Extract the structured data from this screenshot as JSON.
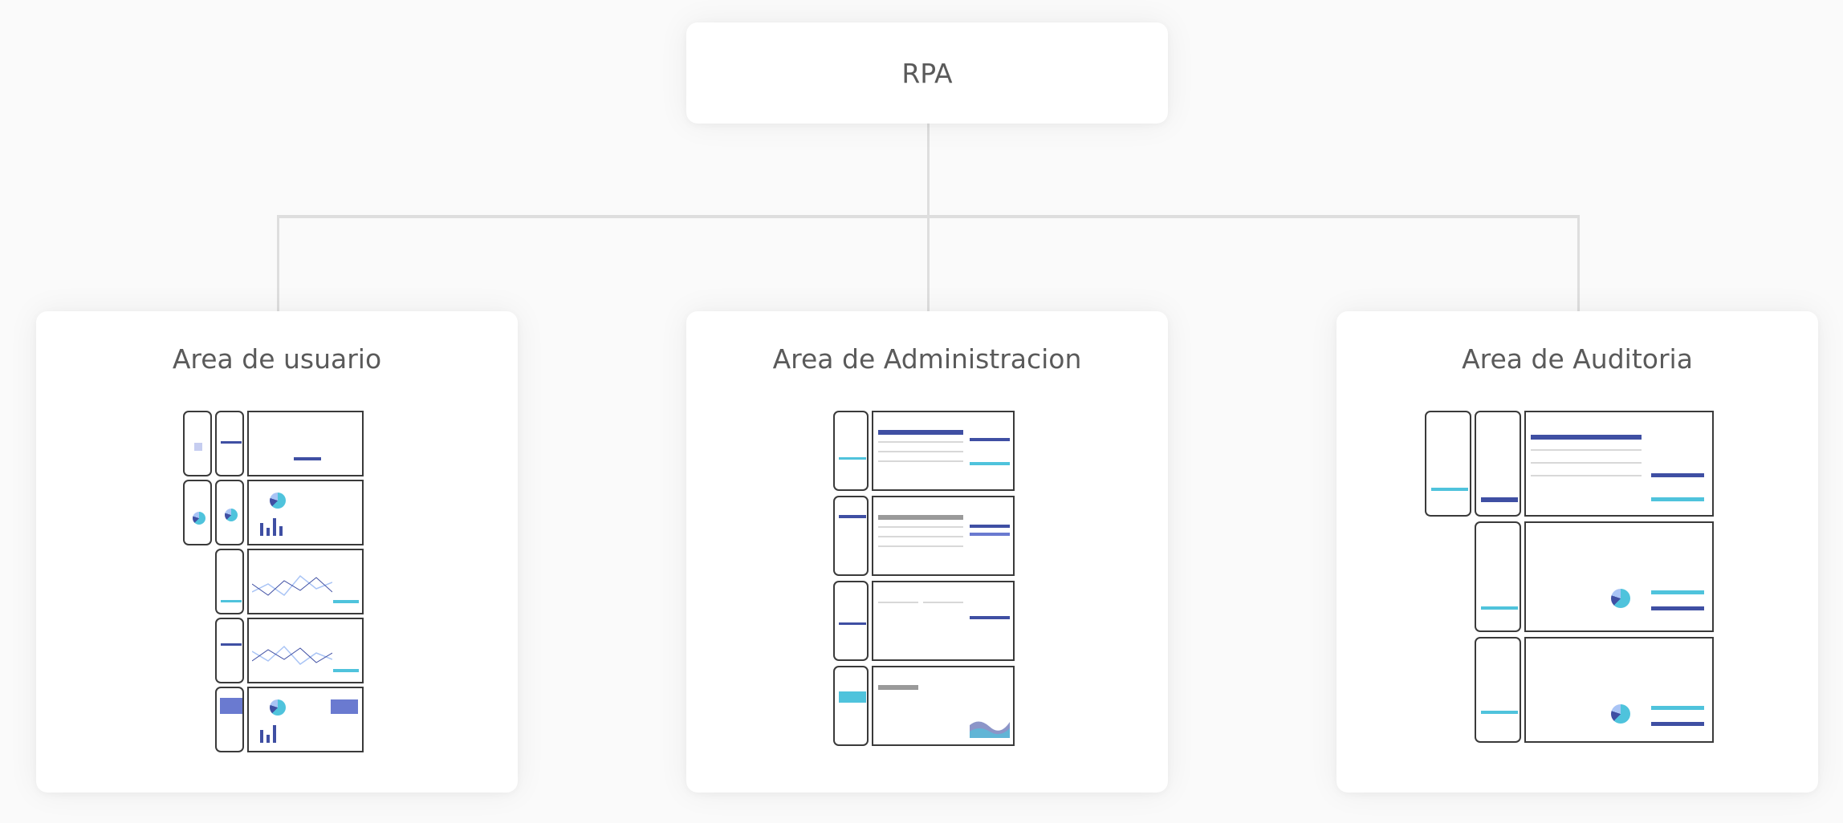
{
  "root": {
    "label": "RPA"
  },
  "areas": [
    {
      "title": "Area de usuario"
    },
    {
      "title": "Area de Administracion"
    },
    {
      "title": "Area de Auditoria"
    }
  ],
  "colors": {
    "connector": "#dedede",
    "text": "#5a5a5a",
    "accent": "#3f4fa3",
    "accent_secondary": "#4fc3dc"
  }
}
